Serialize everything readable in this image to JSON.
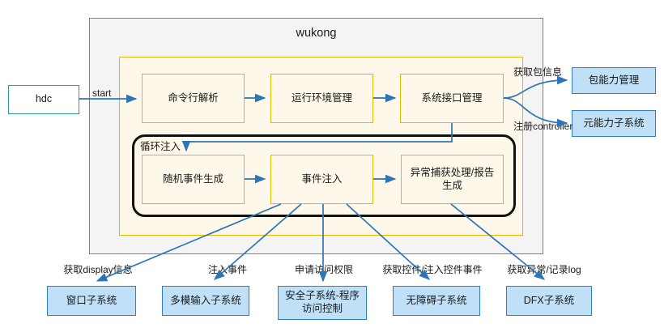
{
  "diagram": {
    "container": {
      "title": "wukong"
    },
    "external": {
      "entry": {
        "label": "hdc"
      },
      "entry_edge_label": "start"
    },
    "pipeline_boxes": [
      {
        "label": "命令行解析"
      },
      {
        "label": "运行环境管理"
      },
      {
        "label": "系统接口管理"
      }
    ],
    "loop_group": {
      "label": "循环注入",
      "boxes": [
        {
          "label": "随机事件生成"
        },
        {
          "label": "事件注入"
        },
        {
          "label": "异常捕获处理/报告生成"
        }
      ]
    },
    "right_links": [
      {
        "edge_label": "获取包信息",
        "target": "包能力管理"
      },
      {
        "edge_label": "注册controller",
        "target": "元能力子系统"
      }
    ],
    "bottom_links": [
      {
        "edge_label": "获取display信息",
        "target": "窗口子系统"
      },
      {
        "edge_label": "注入事件",
        "target": "多模输入子系统"
      },
      {
        "edge_label": "申请访问权限",
        "target": "安全子系统-程序访问控制"
      },
      {
        "edge_label": "获取控件/注入控件事件",
        "target": "无障碍子系统"
      },
      {
        "edge_label": "获取异常/记录log",
        "target": "DFX子系统"
      }
    ],
    "colors": {
      "arrow": "#2e75b6",
      "yellow_border": "#e3b800",
      "yellow_fill": "#fdf8e9",
      "blue_fill": "#bfe0f7",
      "blue_border": "#2f7fc1",
      "teal_border": "#2a9d8f",
      "gray_fill": "#f4f4f4",
      "gray_border": "#808080",
      "black_border": "#111111"
    }
  }
}
